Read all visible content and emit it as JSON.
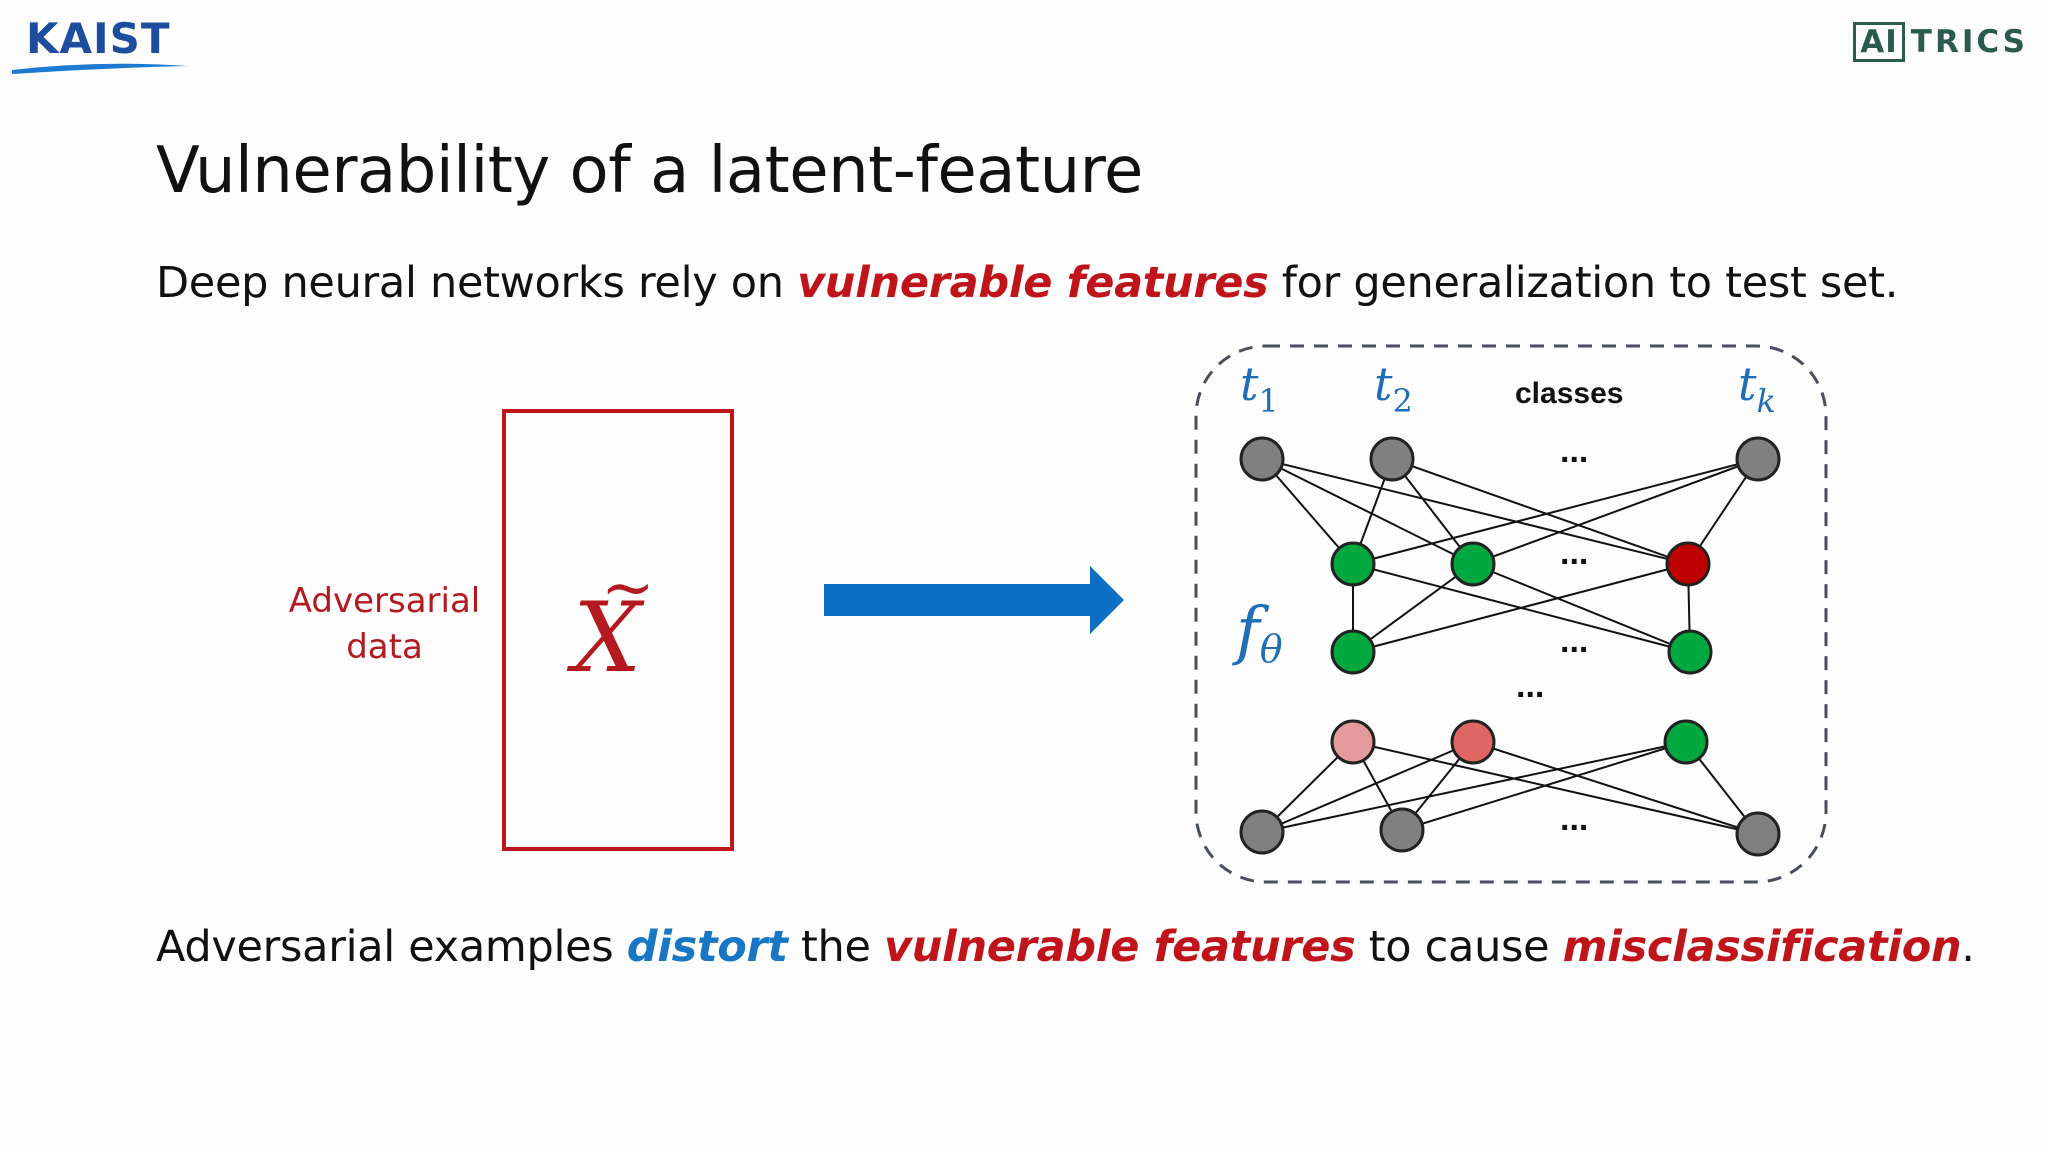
{
  "header": {
    "kaist_logo": "KAIST",
    "aitrics_logo_box": "AI",
    "aitrics_logo_rest": "TRICS"
  },
  "title": "Vulnerability of a latent-feature",
  "subtitle": {
    "before": "Deep neural networks rely on ",
    "emphasis": "vulnerable features",
    "after": " for generalization to test set."
  },
  "figure": {
    "input_label_line1": "Adversarial",
    "input_label_line2": "data",
    "input_symbol": "X",
    "input_symbol_accent": "~",
    "network": {
      "class_label_1": "t",
      "class_label_1_sub": "1",
      "class_label_2": "t",
      "class_label_2_sub": "2",
      "class_label_k": "t",
      "class_label_k_sub": "k",
      "classes_text": "classes",
      "function_label": "f",
      "function_label_sub": "θ",
      "ellipsis": "..."
    },
    "colors": {
      "gray_node": "#808080",
      "green_node": "#00a83f",
      "red_node": "#c00000",
      "light_red_node": "#e59a9d",
      "mid_red_node": "#e06666",
      "arrow": "#0b6fc4"
    }
  },
  "caption": {
    "part1": "Adversarial examples ",
    "em1": "distort",
    "part2": " the ",
    "em2": "vulnerable features",
    "part3": " to cause ",
    "em3": "misclassification",
    "part4": "."
  }
}
